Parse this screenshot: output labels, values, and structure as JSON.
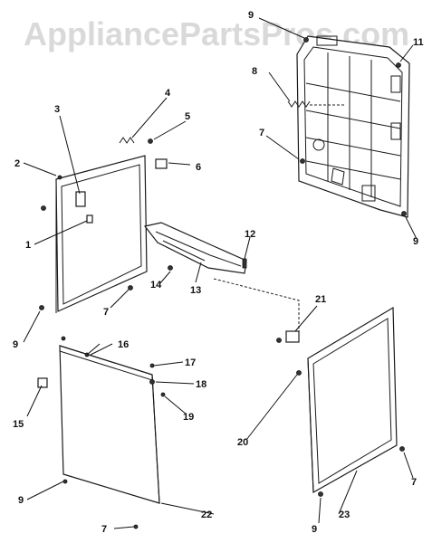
{
  "watermark": "AppliancePartsPros.com",
  "callouts": [
    {
      "id": "c1",
      "text": "1"
    },
    {
      "id": "c2",
      "text": "2"
    },
    {
      "id": "c3",
      "text": "3"
    },
    {
      "id": "c4",
      "text": "4"
    },
    {
      "id": "c5",
      "text": "5"
    },
    {
      "id": "c6",
      "text": "6"
    },
    {
      "id": "c7a",
      "text": "7"
    },
    {
      "id": "c7b",
      "text": "7"
    },
    {
      "id": "c7c",
      "text": "7"
    },
    {
      "id": "c7d",
      "text": "7"
    },
    {
      "id": "c8",
      "text": "8"
    },
    {
      "id": "c9a",
      "text": "9"
    },
    {
      "id": "c9b",
      "text": "9"
    },
    {
      "id": "c9c",
      "text": "9"
    },
    {
      "id": "c9d",
      "text": "9"
    },
    {
      "id": "c9e",
      "text": "9"
    },
    {
      "id": "c11",
      "text": "11"
    },
    {
      "id": "c12",
      "text": "12"
    },
    {
      "id": "c13",
      "text": "13"
    },
    {
      "id": "c14",
      "text": "14"
    },
    {
      "id": "c15",
      "text": "15"
    },
    {
      "id": "c16",
      "text": "16"
    },
    {
      "id": "c17",
      "text": "17"
    },
    {
      "id": "c18",
      "text": "18"
    },
    {
      "id": "c19",
      "text": "19"
    },
    {
      "id": "c20",
      "text": "20"
    },
    {
      "id": "c21",
      "text": "21"
    },
    {
      "id": "c22",
      "text": "22"
    },
    {
      "id": "c23",
      "text": "23"
    }
  ]
}
